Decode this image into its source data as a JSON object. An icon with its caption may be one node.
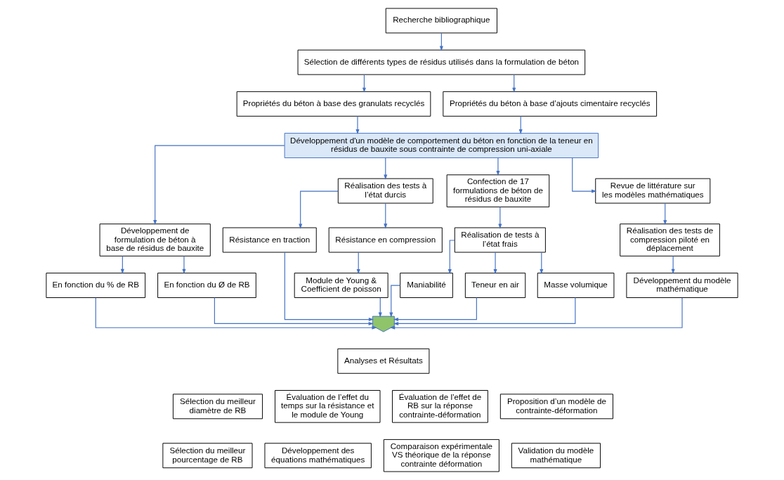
{
  "diagram": {
    "nodes": [
      {
        "text": [
          "Recherche bibliographique"
        ]
      },
      {
        "text": [
          "Sélection de différents types de résidus utilisés dans la formulation de béton"
        ]
      },
      {
        "text": [
          "Propriétés du béton à base des granulats recyclés"
        ]
      },
      {
        "text": [
          "Propriétés du béton à base d’ajouts cimentaire recyclés"
        ]
      },
      {
        "text": [
          "Développement d'un modèle de comportement du béton en fonction de la teneur en résidus de bauxite sous contrainte de compression uni-axiale"
        ]
      },
      {
        "text": [
          "Développement de formulation de béton à base de résidus de bauxite"
        ]
      },
      {
        "text": [
          "Confection de 17 formulations de béton de résidus de bauxite"
        ]
      },
      {
        "text": [
          "Réalisation des tests à l’état durcis"
        ]
      },
      {
        "text": [
          "Revue de littérature sur les modèles mathématiques"
        ]
      },
      {
        "text": [
          "En fonction du % de RB"
        ]
      },
      {
        "text": [
          "En fonction du Ø de RB"
        ]
      },
      {
        "text": [
          "Réalisation de tests à l’état frais"
        ]
      },
      {
        "text": [
          "Résistance en compression"
        ]
      },
      {
        "text": [
          "Résistance en traction"
        ]
      },
      {
        "text": [
          "Réalisation des tests de compression piloté en déplacement"
        ]
      },
      {
        "text": [
          "Maniabilité"
        ]
      },
      {
        "text": [
          "Teneur en air"
        ]
      },
      {
        "text": [
          "Masse volumique"
        ]
      },
      {
        "text": [
          "Module de Young & Coefficient de poisson"
        ]
      },
      {
        "text": [
          "Développement du modèle mathématique"
        ]
      },
      {
        "text": [],
        "shape": "arrow"
      },
      {
        "text": [
          "Analyses et Résultats"
        ]
      },
      {
        "text": [
          "Sélection du meilleur diamètre de RB"
        ]
      },
      {
        "text": [
          "Évaluation de l’effet du temps sur la résistance et le module de Young"
        ]
      },
      {
        "text": [
          "Évaluation de l’effet de RB sur la réponse contrainte-déformation"
        ]
      },
      {
        "text": [
          "Proposition d’un modèle de contrainte-déformation"
        ]
      },
      {
        "text": [
          "Sélection du meilleur pourcentage de RB"
        ]
      },
      {
        "text": [
          "Développement des équations mathématiques"
        ]
      },
      {
        "text": [
          "Comparaison expérimentale VS théorique de la réponse contrainte déformation"
        ]
      },
      {
        "text": [
          "Validation du modèle mathématique"
        ]
      }
    ],
    "edges": [
      {
        "from": 0,
        "to": 1,
        "arrow": "to"
      },
      {
        "from": 1,
        "to": 2,
        "arrow": "to"
      },
      {
        "from": 1,
        "to": 3,
        "arrow": "to"
      },
      {
        "from": 2,
        "to": 4,
        "arrow": "to"
      },
      {
        "from": 3,
        "to": 4,
        "arrow": "to"
      },
      {
        "from": 4,
        "to": 5,
        "arrow": "to"
      },
      {
        "from": 4,
        "to": 6,
        "arrow": "to"
      },
      {
        "from": 4,
        "to": 7,
        "arrow": "to"
      },
      {
        "from": 4,
        "to": 8,
        "arrow": "to"
      },
      {
        "from": 5,
        "to": 9,
        "arrow": "to"
      },
      {
        "from": 5,
        "to": 10,
        "arrow": "to"
      },
      {
        "from": 6,
        "to": 11,
        "arrow": "to"
      },
      {
        "from": 7,
        "to": 12,
        "arrow": "to"
      },
      {
        "from": 7,
        "to": 13,
        "arrow": "to"
      },
      {
        "from": 8,
        "to": 14,
        "arrow": "to"
      },
      {
        "from": 11,
        "to": 15,
        "arrow": "to"
      },
      {
        "from": 11,
        "to": 16,
        "arrow": "to"
      },
      {
        "from": 11,
        "to": 17,
        "arrow": "to"
      },
      {
        "from": 12,
        "to": 18,
        "arrow": "to"
      },
      {
        "from": 14,
        "to": 19,
        "arrow": "to"
      },
      {
        "from": 9,
        "to": 20,
        "arrow": "to"
      },
      {
        "from": 10,
        "to": 20,
        "arrow": "to"
      },
      {
        "from": 15,
        "to": 20,
        "arrow": "to"
      },
      {
        "from": 16,
        "to": 20,
        "arrow": "to"
      },
      {
        "from": 17,
        "to": 20,
        "arrow": "to"
      },
      {
        "from": 18,
        "to": 20,
        "arrow": "to"
      },
      {
        "from": 13,
        "to": 20,
        "arrow": "to"
      },
      {
        "from": 19,
        "to": 20,
        "arrow": "to"
      }
    ]
  }
}
